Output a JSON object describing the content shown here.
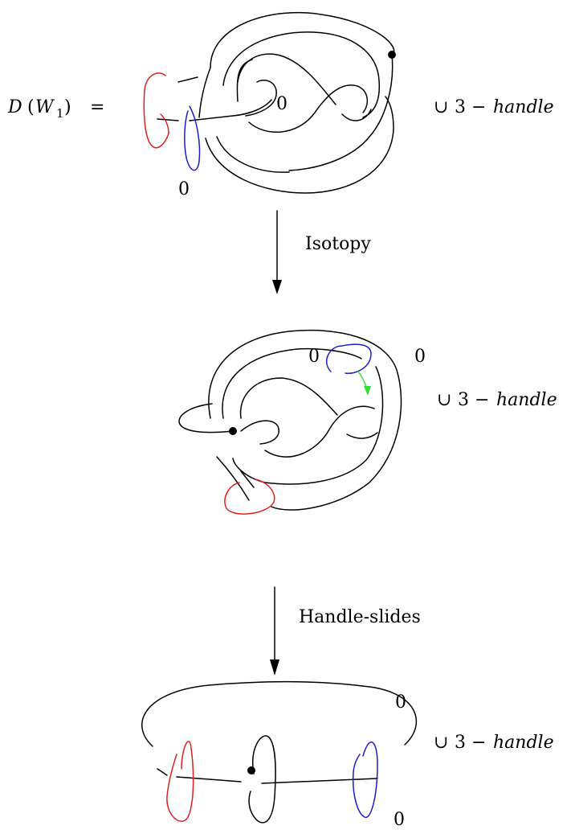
{
  "equation": {
    "lhs_D": "D",
    "lhs_W": "W",
    "lhs_sub": "1",
    "equals": "="
  },
  "framing": {
    "zero": "0"
  },
  "union_handle": {
    "cup": "∪",
    "three": "3",
    "minus": "−",
    "handle": "handle"
  },
  "arrows": {
    "isotopy": "Isotopy",
    "handle_slides": "Handle-slides"
  },
  "colors": {
    "red": "#e02020",
    "blue": "#1c1cd0",
    "green": "#33dd33",
    "black": "#000000"
  }
}
